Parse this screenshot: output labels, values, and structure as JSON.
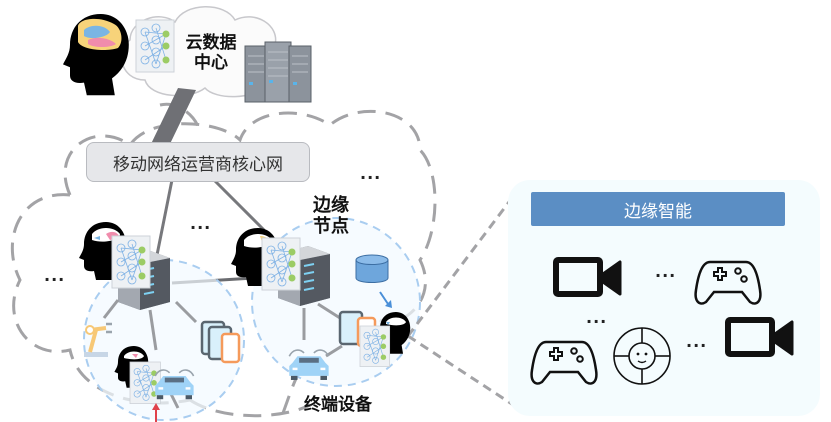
{
  "diagram": {
    "cloud_data_center": {
      "label": "云数据中心",
      "line1": "云数据",
      "line2": "中心"
    },
    "core_network": {
      "label": "移动网络运营商核心网"
    },
    "edge_node": {
      "label": "边缘节点",
      "line1": "边缘",
      "line2": "节点"
    },
    "terminal_devices": {
      "label": "终端设备"
    },
    "edge_intelligence_panel": {
      "title": "边缘智能",
      "icons": [
        "video-camera",
        "gamepad",
        "gamepad",
        "face-recognition",
        "video-camera"
      ]
    },
    "ellipsis": "···",
    "colors": {
      "panel_header": "#5b8ec4",
      "panel_bg": "#f4fcfe",
      "dashed_cloud": "#a3a3a6",
      "edge_region": "#a9cdf0",
      "neural_node_green": "#9ccc65",
      "database_blue": "#6ea6dc",
      "car_blue": "#9fd3f7",
      "tablet_orange": "#f59a5b"
    }
  }
}
